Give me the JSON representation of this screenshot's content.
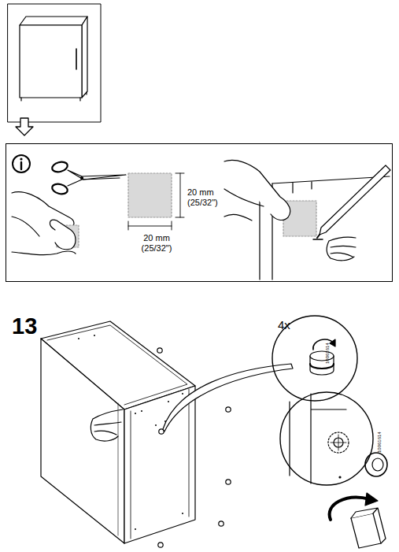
{
  "diagram": {
    "nodes": [
      {
        "text": [
          "20 mm (25/32\")",
          "20 mm (25/32\")"
        ]
      },
      {
        "text": [
          "4x",
          "10061614"
        ]
      },
      {
        "text": [
          "10061614"
        ]
      }
    ],
    "labels": [
      "13"
    ]
  }
}
